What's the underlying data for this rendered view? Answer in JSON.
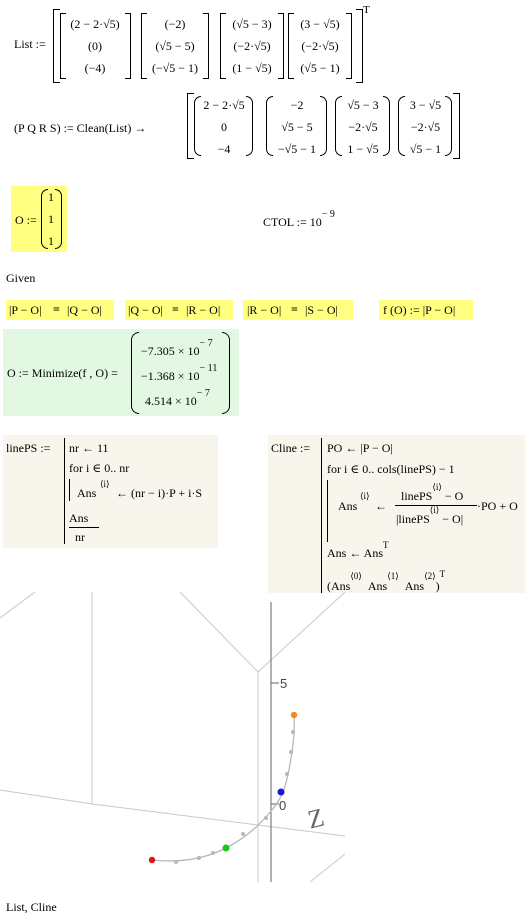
{
  "list_def": {
    "label": "List :=",
    "groups": [
      [
        "(2 − 2·√5)",
        "(0)",
        "(−4)"
      ],
      [
        "(−2)",
        "(√5 − 5)",
        "(−√5 − 1)"
      ],
      [
        "(√5 − 3)",
        "(−2·√5)",
        "(1 − √5)"
      ],
      [
        "(3 − √5)",
        "(−2·√5)",
        "(√5 − 1)"
      ]
    ],
    "transpose": "T"
  },
  "clean_def": {
    "label": "(P  Q  R  S) := Clean(List) →",
    "cols": [
      [
        "2 − 2·√5",
        "0",
        "−4"
      ],
      [
        "−2",
        "√5 − 5",
        "−√5 − 1"
      ],
      [
        "√5 − 3",
        "−2·√5",
        "1 − √5"
      ],
      [
        "3 − √5",
        "−2·√5",
        "√5 − 1"
      ]
    ]
  },
  "o_init": {
    "label": "O :=",
    "values": [
      "1",
      "1",
      "1"
    ]
  },
  "ctol": {
    "label": "CTOL := 10",
    "exponent": "− 9"
  },
  "given": "Given",
  "constraints": {
    "c1": {
      "lhs": "|P − O|",
      "eq": "=",
      "rhs": "|Q − O|"
    },
    "c2": {
      "lhs": "|Q − O|",
      "eq": "=",
      "rhs": "|R − O|"
    },
    "c3": {
      "lhs": "|R − O|",
      "eq": "=",
      "rhs": "|S − O|"
    },
    "f_def": "f (O) := |P − O|"
  },
  "minimize": {
    "label": "O := Minimize(f , O) =",
    "values": [
      {
        "mant": "−7.305 × 10",
        "exp": "− 7"
      },
      {
        "mant": "−1.368 × 10",
        "exp": "− 11"
      },
      {
        "mant": "4.514 × 10",
        "exp": "− 7"
      }
    ]
  },
  "lineps": {
    "label": "linePS :=",
    "l1": "nr ← 11",
    "l2": "for  i ∈ 0.. nr",
    "l3_a": "Ans",
    "l3_sup": "⟨i⟩",
    "l3_b": "← (nr − i)·P + i·S",
    "frac_num": "Ans",
    "frac_den": "nr"
  },
  "cline": {
    "label": "Cline :=",
    "l1": "PO ← |P − O|",
    "l2": "for  i ∈ 0.. cols(linePS) − 1",
    "l3_a": "Ans",
    "l3_sup": "⟨i⟩",
    "l3_arrow": "←",
    "frac_num": "linePS",
    "frac_num_sup": "⟨i⟩",
    "frac_num_tail": "− O",
    "frac_den": "|linePS",
    "frac_den_sup": "⟨i⟩",
    "frac_den_tail": "− O|",
    "l3_tail": "·PO + O",
    "l4": "Ans ← Ans",
    "l4_sup": "T",
    "l5_a": "(Ans",
    "l5_s0": "⟨0⟩",
    "l5_b": "Ans",
    "l5_s1": "⟨1⟩",
    "l5_c": "Ans",
    "l5_s2": "⟨2⟩",
    "l5_end": ")",
    "l5_sup": "T"
  },
  "plot": {
    "tick5": "5",
    "tick0": "0",
    "zlabel": "Z",
    "caption": "List, Cline",
    "colors": {
      "red": "#d81818",
      "green": "#18c818",
      "blue": "#1818e0",
      "orange": "#f08a1a",
      "trail": "#b8b8b8",
      "axis": "#c8c8c8"
    }
  }
}
